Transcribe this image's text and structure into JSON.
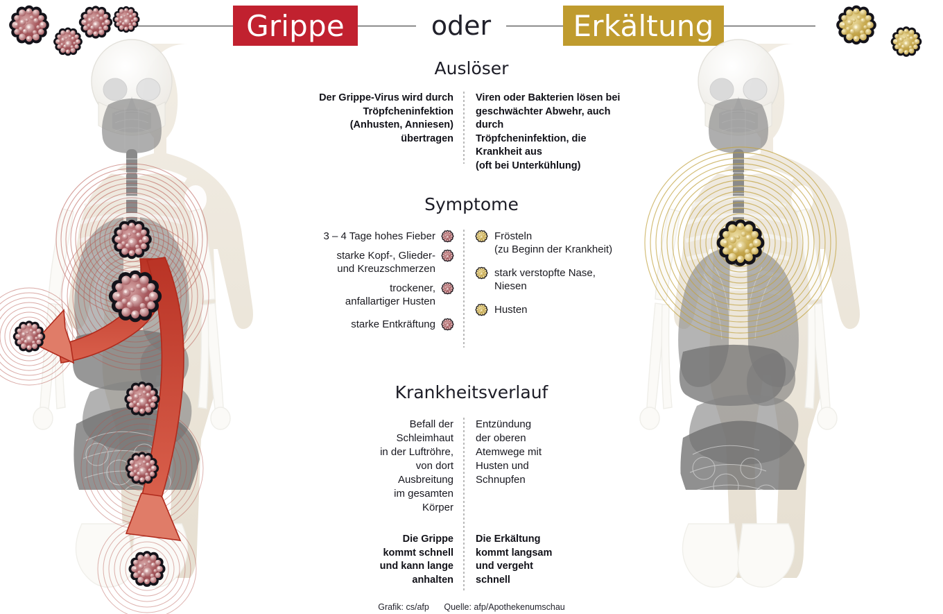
{
  "header": {
    "left_label": "Grippe",
    "middle_label": "oder",
    "right_label": "Erkältung",
    "left_color": "#c1212f",
    "right_color": "#bf9b2e"
  },
  "sections": [
    {
      "id": "ausloeser",
      "title": "Auslöser",
      "left_text": "Der Grippe-Virus wird durch Tröpfcheninfektion (Anhusten, Anniesen) übertragen",
      "left_lines": [
        "Der Grippe-Virus wird durch",
        "Tröpfcheninfektion",
        "(Anhusten, Anniesen)",
        "übertragen"
      ],
      "right_lines": [
        "Viren oder Bakterien lösen bei",
        "geschwächter Abwehr, auch durch",
        "Tröpfcheninfektion, die Krankheit aus",
        "(oft bei Unterkühlung)"
      ]
    },
    {
      "id": "symptome",
      "title": "Symptome",
      "left_items": [
        "3 – 4 Tage hohes Fieber",
        "starke Kopf-, Glieder-\nund Kreuzschmerzen",
        "trockener,\nanfallartiger Husten",
        "starke Entkräftung"
      ],
      "right_items": [
        "Frösteln\n (zu Beginn der Krankheit)",
        "stark verstopfte Nase,\nNiesen",
        "Husten"
      ]
    },
    {
      "id": "krankheitsverlauf",
      "title": "Krankheitsverlauf",
      "left_lines": [
        "Befall der",
        "Schleimhaut",
        "in der Luftröhre,",
        "von dort",
        "Ausbreitung",
        "im gesamten",
        "Körper"
      ],
      "right_lines": [
        "Entzündung",
        "der oberen",
        "Atemwege mit",
        "Husten und",
        "Schnupfen"
      ],
      "left_bold_lines": [
        "Die Grippe",
        "kommt schnell",
        "und kann lange",
        "anhalten"
      ],
      "right_bold_lines": [
        "Die Erkältung",
        "kommt langsam",
        "und vergeht",
        "schnell"
      ]
    }
  ],
  "credits": {
    "graphic": "Grafik: cs/afp",
    "source": "Quelle: afp/Apothekenumschau"
  },
  "illustration": {
    "left_figure_name": "human-body-anatomy-flu",
    "right_figure_name": "human-body-anatomy-cold",
    "virus_color_flu": "#9e4a52",
    "virus_color_cold": "#c8a84b",
    "body_tint": "#ede7dc",
    "organ_gray": "#8b8b8b",
    "arrow_color": "#c0392b",
    "ring_color_flu": "#b5554d",
    "ring_color_cold": "#c2a340"
  }
}
